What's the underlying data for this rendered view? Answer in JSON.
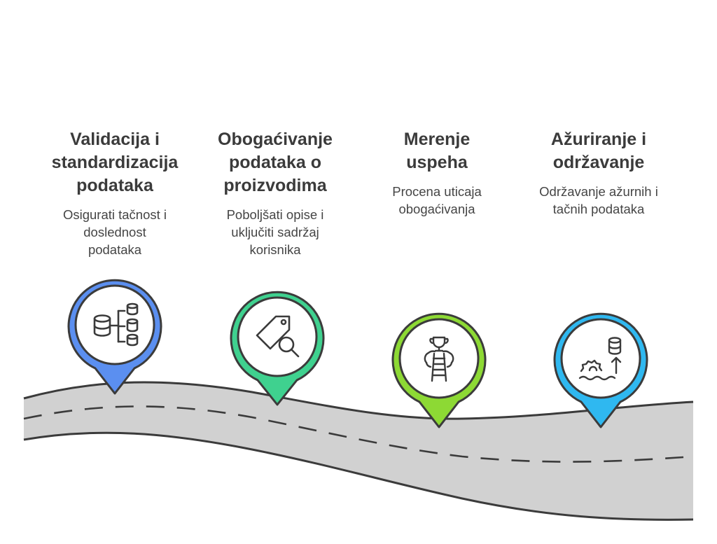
{
  "colors": {
    "road_fill": "#d1d1d1",
    "road_stroke": "#3b3b3b",
    "pin_outline": "#3b3b3b",
    "icon_stroke": "#3b3b3b"
  },
  "steps": [
    {
      "title": "Validacija i standardizacija podataka",
      "title_lines": [
        "Validacija i",
        "standardizacija",
        "podataka"
      ],
      "desc": "Osigurati tačnost i doslednost podataka",
      "desc_lines": [
        "Osigurati tačnost i",
        "doslednost",
        "podataka"
      ],
      "color": "#5b8ff0",
      "color_light": "#7aa6f5",
      "icon": "database-hierarchy-icon"
    },
    {
      "title": "Obogaćivanje podataka o proizvodima",
      "title_lines": [
        "Obogaćivanje",
        "podataka o",
        "proizvodima"
      ],
      "desc": "Poboljšati opise i uključiti sadržaj korisnika",
      "desc_lines": [
        "Poboljšati opise i",
        "uključiti sadržaj",
        "korisnika"
      ],
      "color": "#3fd18f",
      "color_light": "#62e0a6",
      "icon": "tag-search-icon"
    },
    {
      "title": "Merenje uspeha",
      "title_lines": [
        "Merenje",
        "uspeha"
      ],
      "desc": "Procena uticaja obogaćivanja",
      "desc_lines": [
        "Procena uticaja",
        "obogaćivanja"
      ],
      "color": "#8dd934",
      "color_light": "#a6e858",
      "icon": "trophy-ladder-icon"
    },
    {
      "title": "Ažuriranje i održavanje",
      "title_lines": [
        "Ažuriranje i",
        "održavanje"
      ],
      "desc": "Održavanje ažurnih i tačnih podataka",
      "desc_lines": [
        "Održavanje ažurnih i",
        "tačnih podataka"
      ],
      "color": "#2fb8f0",
      "color_light": "#55c9f5",
      "icon": "database-update-icon"
    }
  ]
}
